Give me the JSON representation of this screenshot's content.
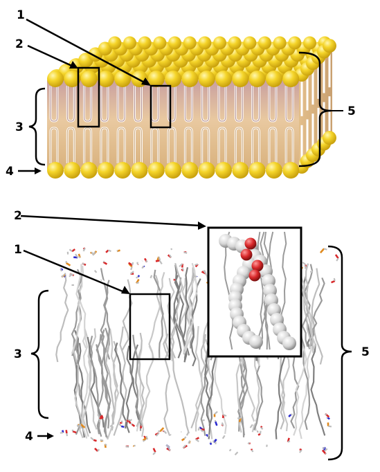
{
  "labels": {
    "top": {
      "n1": "1",
      "n2": "2",
      "n3": "3",
      "n4": "4",
      "n5": "5"
    },
    "bottom": {
      "n1": "1",
      "n2": "2",
      "n3": "3",
      "n4": "4",
      "n5": "5"
    }
  },
  "colors": {
    "head_yellow": "#F5D52A",
    "tail_tan": "#C9A57A",
    "tail_mauve": "#B08A8A",
    "atom_oxygen": "#D8282A",
    "atom_phosphorus": "#E08A1E",
    "atom_nitrogen": "#2A2ACF",
    "atom_carbon": "#D0D0D0"
  }
}
